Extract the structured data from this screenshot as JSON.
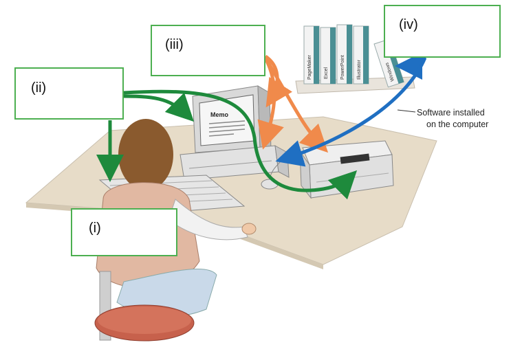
{
  "labels": {
    "i": "(i)",
    "ii": "(ii)",
    "iii": "(iii)",
    "iv": "(iv)"
  },
  "software_caption": {
    "line1": "Software installed",
    "line2": "on the computer"
  },
  "book_titles": [
    "PageMaker",
    "Excel",
    "PowerPoint",
    "Illustrator",
    "Windows"
  ],
  "screen_text": "Memo",
  "colors": {
    "box_border": "#4caf50",
    "arrow_green": "#1e8a3c",
    "arrow_orange": "#f08a4b",
    "arrow_blue": "#1f6fc2",
    "desk": "#e7dcc8"
  }
}
